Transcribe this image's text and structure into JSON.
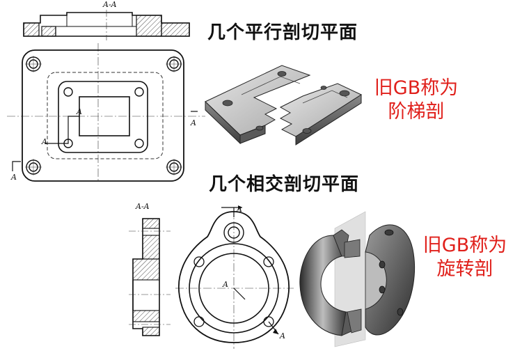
{
  "top": {
    "heading": "几个平行剖切平面",
    "note_line1": "旧GB称为",
    "note_line2": "阶梯剖",
    "section_label": "A-A",
    "cut_label": "A"
  },
  "bottom": {
    "heading": "几个相交剖切平面",
    "note_line1": "旧GB称为",
    "note_line2": "旋转剖",
    "section_label": "A-A",
    "cut_label": "A"
  },
  "colors": {
    "note": "#e0201b",
    "hatch": "#333333",
    "model_light": "#d8d8d8",
    "model_dark": "#6b6b6b"
  }
}
